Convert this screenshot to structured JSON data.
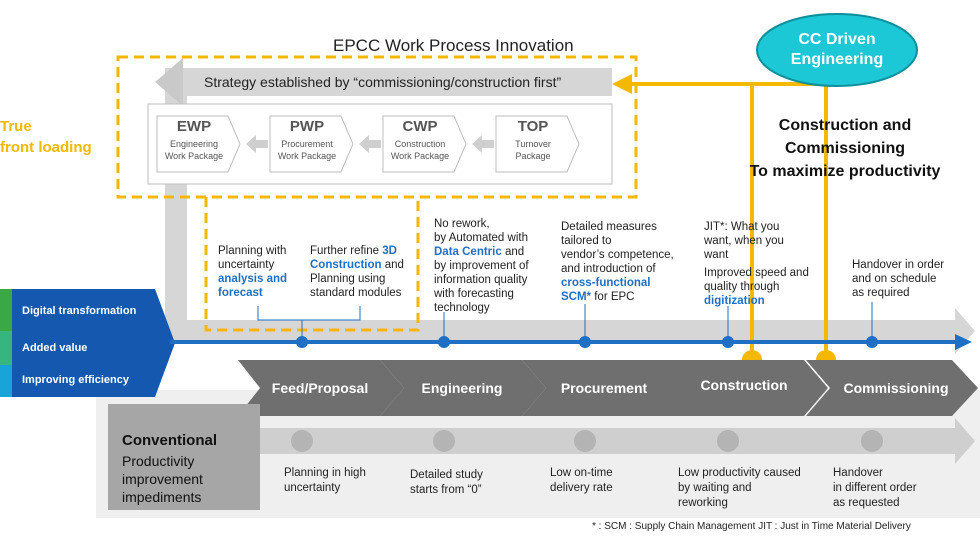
{
  "header": {
    "title": "EPCC Work Process Innovation",
    "strategy": "Strategy established by “commissioning/construction first”"
  },
  "left_label": {
    "line1": "True",
    "line2": "front loading"
  },
  "bubble": {
    "line1": "CC Driven",
    "line2": "Engineering"
  },
  "goal": {
    "line1": "Construction and",
    "line2": "Commissioning",
    "line3": "To maximize productivity"
  },
  "packages": [
    {
      "abbr": "EWP",
      "full1": "Engineering",
      "full2": "Work Package"
    },
    {
      "abbr": "PWP",
      "full1": "Procurement",
      "full2": "Work Package"
    },
    {
      "abbr": "CWP",
      "full1": "Construction",
      "full2": "Work Package"
    },
    {
      "abbr": "TOP",
      "full1": "Turnover",
      "full2": "Package"
    }
  ],
  "innovation_notes": {
    "n1": {
      "a": "Planning with",
      "b": "uncertainty",
      "c": "analysis and",
      "d": "forecast"
    },
    "n2": {
      "a": "Further refine ",
      "a_hl": "3D",
      "b_hl": "Construction",
      "b": " and",
      "c": "Planning using",
      "d": "standard modules"
    },
    "n3": {
      "a": "No rework,",
      "b": "by Automated with",
      "c_hl": "Data Centric",
      "c": " and",
      "d": "by improvement of",
      "e": "information quality",
      "f": "with forecasting",
      "g": "technology"
    },
    "n4": {
      "a": "Detailed measures",
      "b": "tailored to",
      "c": "vendor’s competence,",
      "d": "and introduction of",
      "e_hl": "cross-functional",
      "f_hl": "SCM*",
      "f": " for EPC"
    },
    "n5": {
      "a": "JIT*: What you",
      "b": "want, when you",
      "c": "want",
      "d": "Improved speed and",
      "e": "quality through",
      "f_hl": "digitization"
    },
    "n6": {
      "a": "Handover in order",
      "b": "and on schedule",
      "c": "as required"
    }
  },
  "side_bars": {
    "digital": "Digital  transformation",
    "added": "Added value",
    "efficiency": "Improving efficiency"
  },
  "stages": [
    "Feed/Proposal",
    "Engineering",
    "Procurement",
    "Construction",
    "Commissioning"
  ],
  "conventional": {
    "title": "Conventional",
    "line1": "Productivity",
    "line2": "improvement",
    "line3": "impediments"
  },
  "conventional_notes": {
    "c1": {
      "a": "Planning in high",
      "b": "uncertainty"
    },
    "c2": {
      "a": "Detailed study",
      "b": "starts from “0”"
    },
    "c3": {
      "a": "Low on-time",
      "b": "delivery rate"
    },
    "c4": {
      "a": "Low productivity  caused",
      "b": "by waiting and",
      "c": "reworking"
    },
    "c5": {
      "a": "Handover",
      "b": "in  different order",
      "c": "as requested"
    }
  },
  "footnote": "* :  SCM :  Supply Chain Management     JIT :  Just in Time Material Delivery",
  "colors": {
    "gold": "#f5b800",
    "blue": "#1f6fc4",
    "teal": "#1cc7d6",
    "gray_arrow": "#cfcfcf",
    "stage_gray": "#6f6f6f"
  }
}
